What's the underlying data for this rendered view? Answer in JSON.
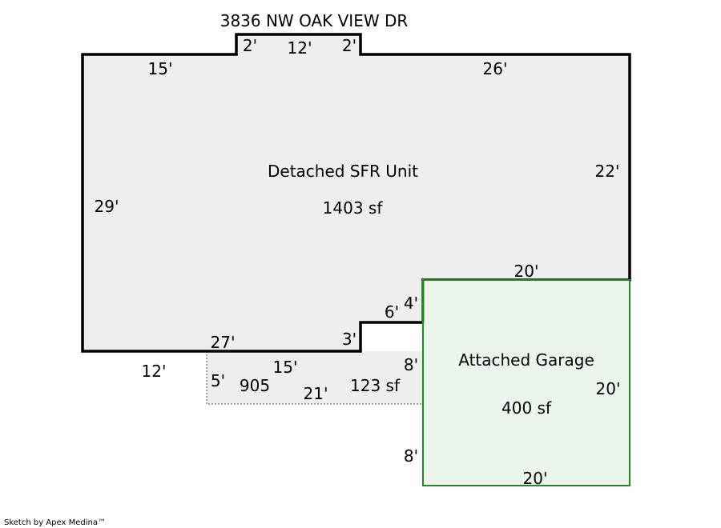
{
  "title": "3836 NW OAK VIEW DR",
  "colors": {
    "main_fill": "#eeeeee",
    "garage_fill": "#ebf5eb",
    "garage_stroke": "#1e8a1e",
    "wall": "#000000",
    "porch_line": "#888888"
  },
  "main_unit": {
    "name": "Detached SFR Unit",
    "area": "1403 sf",
    "dims": {
      "top_step_left": "2'",
      "top_step": "12'",
      "top_step_right": "2'",
      "top_left": "15'",
      "top_right": "26'",
      "right": "22'",
      "left": "29'",
      "garage_top": "20'",
      "step_horizontal": "6'",
      "step_vertical_upper": "4'",
      "bottom": "27'",
      "step_vertical": "3'"
    }
  },
  "porch": {
    "name": "905",
    "area": "123 sf",
    "dims": {
      "left_bottom": "12'",
      "top": "15'",
      "right": "8'",
      "left": "5'",
      "bottom": "21'"
    }
  },
  "garage": {
    "name": "Attached Garage",
    "area": "400 sf",
    "dims": {
      "right": "20'",
      "left": "8'",
      "bottom": "20'"
    }
  },
  "footer": "Sketch by Apex Medina™"
}
